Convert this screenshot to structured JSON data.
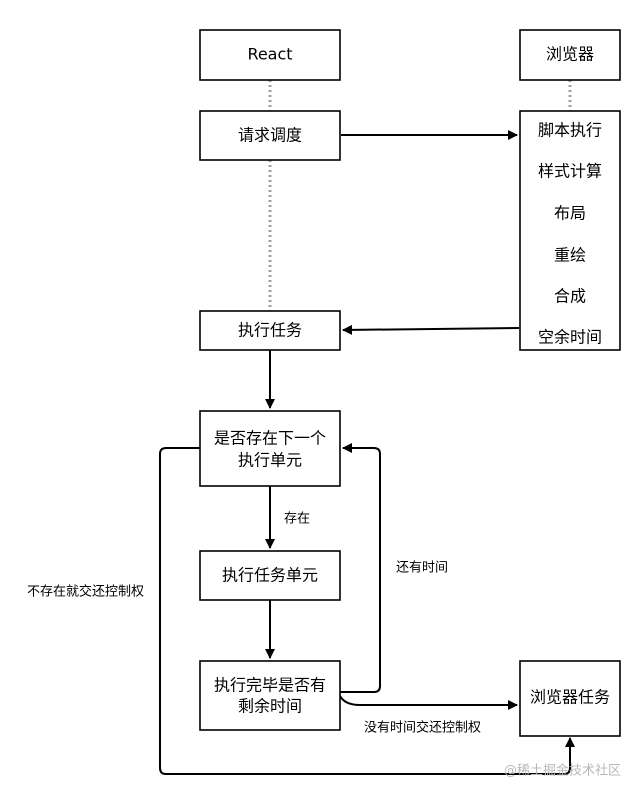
{
  "nodes": {
    "react": "React",
    "browser": "浏览器",
    "request": "请求调度",
    "execTask": "执行任务",
    "browserSteps": [
      "脚本执行",
      "样式计算",
      "布局",
      "重绘",
      "合成",
      "空余时间"
    ],
    "hasNext": [
      "是否存在下一个",
      "执行单元"
    ],
    "execUnit": "执行任务单元",
    "doneCheck": [
      "执行完毕是否有",
      "剩余时间"
    ],
    "browserTask": "浏览器任务"
  },
  "edges": {
    "exists": "存在",
    "hasTime": "还有时间",
    "noNextReturn": "不存在就交还控制权",
    "noTimeReturn": "没有时间交还控制权"
  },
  "watermark": "@稀土掘金技术社区"
}
